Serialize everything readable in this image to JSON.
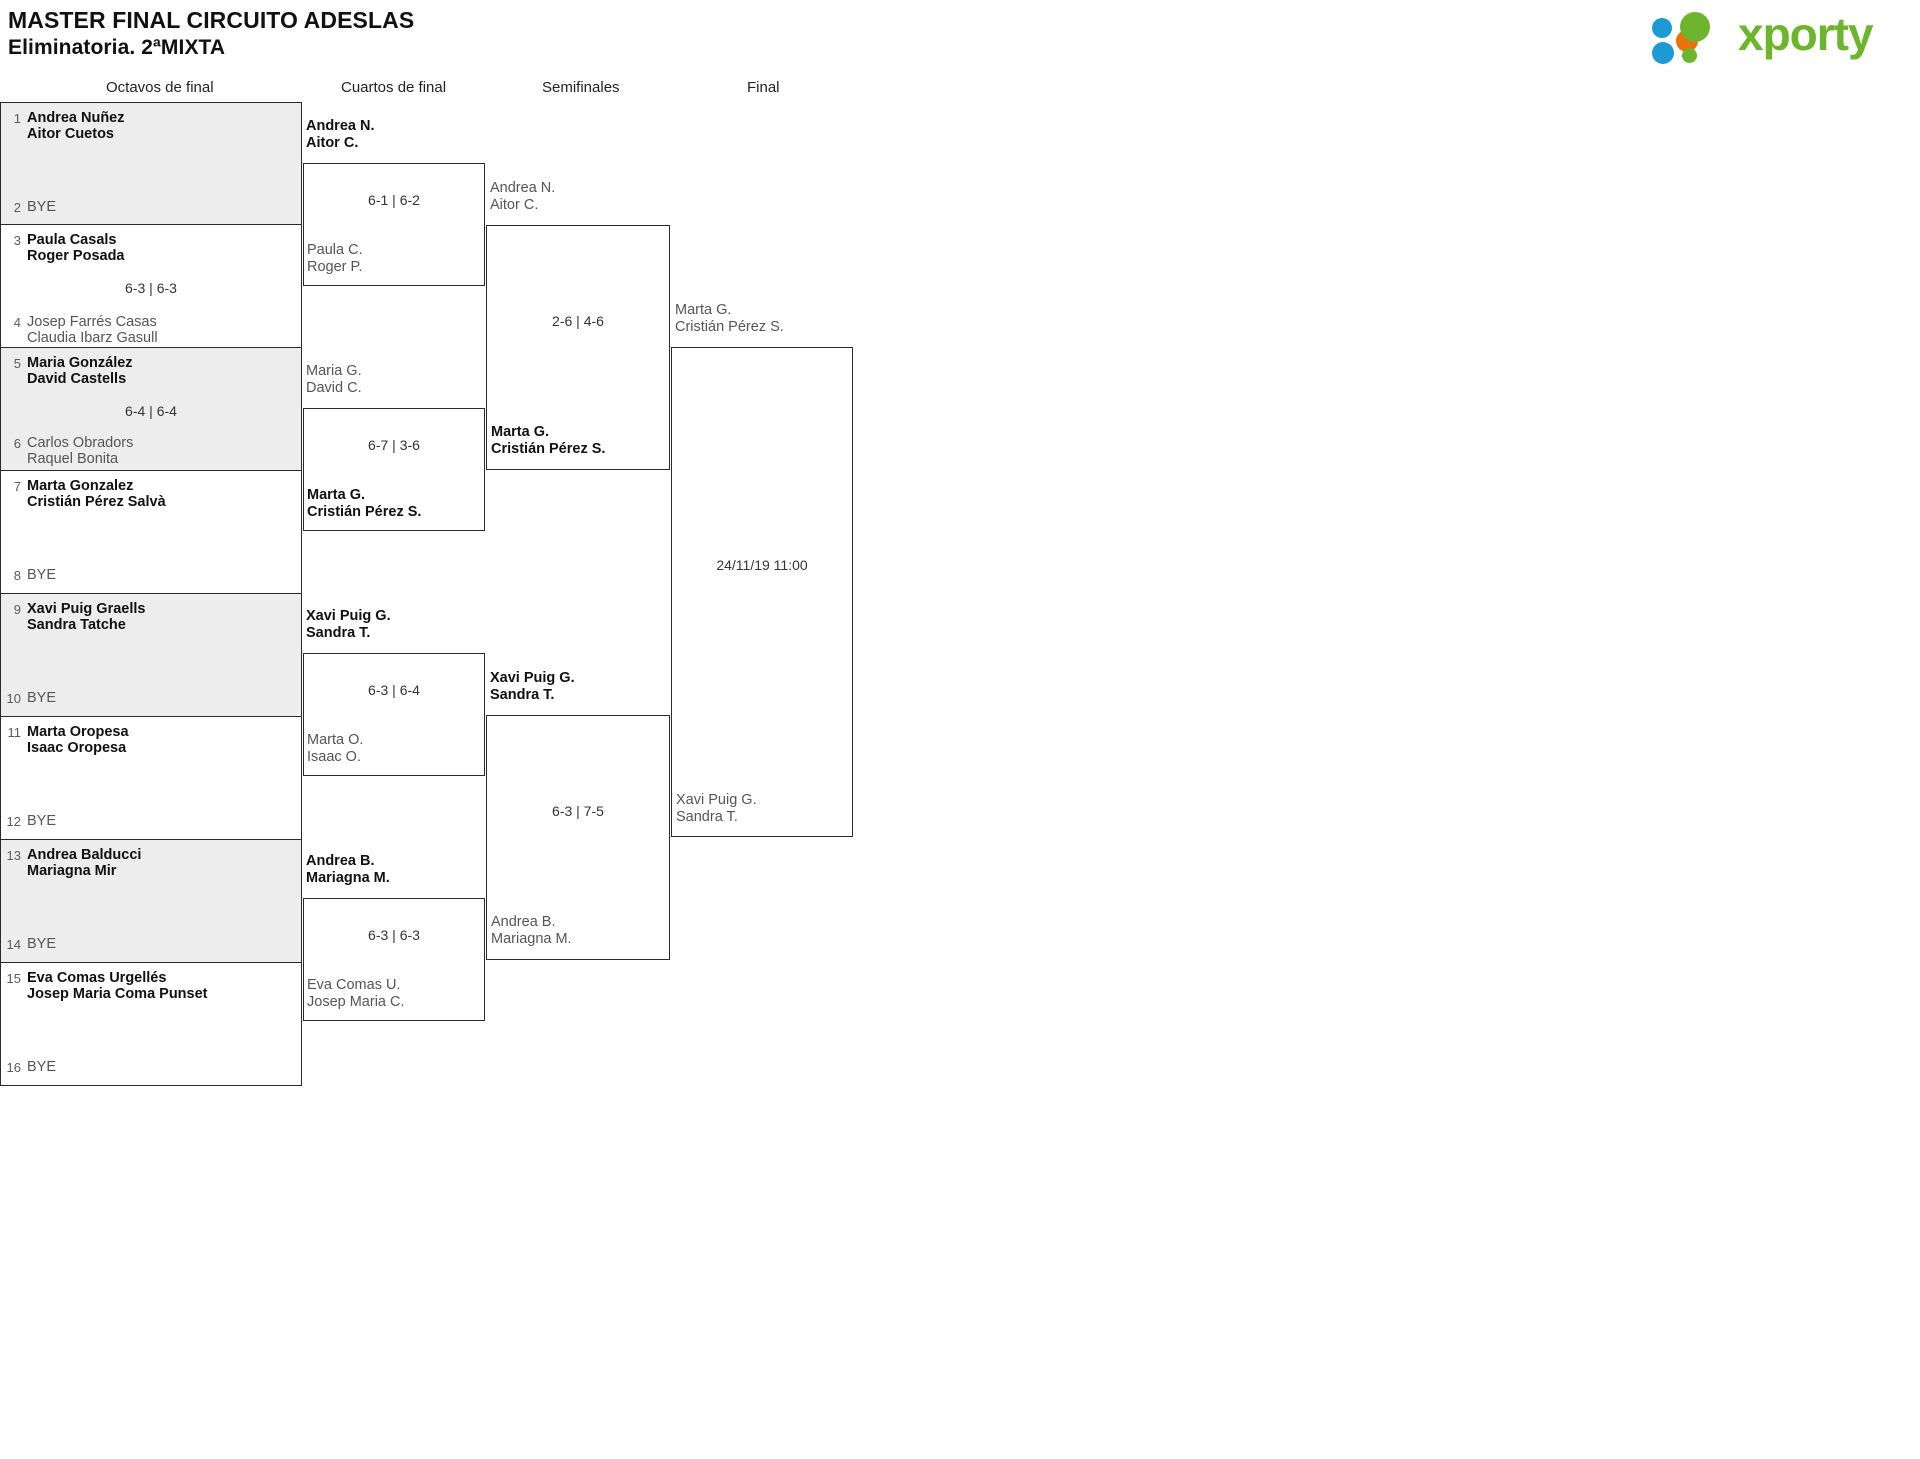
{
  "header": {
    "line1": "MASTER FINAL CIRCUITO ADESLAS",
    "line2": "Eliminatoria. 2ªMIXTA"
  },
  "logo": {
    "word": "xporty",
    "colors": {
      "green": "#6cb52d",
      "blue": "#1b9ad6",
      "orange": "#e8720c"
    }
  },
  "rounds": [
    {
      "label": "Octavos de final"
    },
    {
      "label": "Cuartos de final"
    },
    {
      "label": "Semifinales"
    },
    {
      "label": "Final"
    }
  ],
  "round_of_16": [
    {
      "shaded": true,
      "score": "",
      "top": {
        "seed": "1",
        "players": [
          "Andrea Nuñez",
          "Aitor Cuetos"
        ],
        "winner": true,
        "bye": false
      },
      "bottom": {
        "seed": "2",
        "players": [
          "BYE"
        ],
        "winner": false,
        "bye": true
      }
    },
    {
      "shaded": false,
      "score": "6-3 | 6-3",
      "top": {
        "seed": "3",
        "players": [
          "Paula Casals",
          "Roger Posada"
        ],
        "winner": true,
        "bye": false
      },
      "bottom": {
        "seed": "4",
        "players": [
          "Josep Farrés Casas",
          "Claudia Ibarz Gasull"
        ],
        "winner": false,
        "bye": false
      }
    },
    {
      "shaded": true,
      "score": "6-4 | 6-4",
      "top": {
        "seed": "5",
        "players": [
          "Maria González",
          "David Castells"
        ],
        "winner": true,
        "bye": false
      },
      "bottom": {
        "seed": "6",
        "players": [
          "Carlos Obradors",
          "Raquel Bonita"
        ],
        "winner": false,
        "bye": false
      }
    },
    {
      "shaded": false,
      "score": "",
      "top": {
        "seed": "7",
        "players": [
          "Marta Gonzalez",
          "Cristián Pérez Salvà"
        ],
        "winner": true,
        "bye": false
      },
      "bottom": {
        "seed": "8",
        "players": [
          "BYE"
        ],
        "winner": false,
        "bye": true
      }
    },
    {
      "shaded": true,
      "score": "",
      "top": {
        "seed": "9",
        "players": [
          "Xavi Puig Graells",
          "Sandra Tatche"
        ],
        "winner": true,
        "bye": false
      },
      "bottom": {
        "seed": "10",
        "players": [
          "BYE"
        ],
        "winner": false,
        "bye": true
      }
    },
    {
      "shaded": false,
      "score": "",
      "top": {
        "seed": "11",
        "players": [
          "Marta Oropesa",
          "Isaac Oropesa"
        ],
        "winner": true,
        "bye": false
      },
      "bottom": {
        "seed": "12",
        "players": [
          "BYE"
        ],
        "winner": false,
        "bye": true
      }
    },
    {
      "shaded": true,
      "score": "",
      "top": {
        "seed": "13",
        "players": [
          "Andrea Balducci",
          "Mariagna Mir"
        ],
        "winner": true,
        "bye": false
      },
      "bottom": {
        "seed": "14",
        "players": [
          "BYE"
        ],
        "winner": false,
        "bye": true
      }
    },
    {
      "shaded": false,
      "score": "",
      "top": {
        "seed": "15",
        "players": [
          "Eva Comas Urgellés",
          "Josep Maria Coma Punset"
        ],
        "winner": true,
        "bye": false
      },
      "bottom": {
        "seed": "16",
        "players": [
          "BYE"
        ],
        "winner": false,
        "bye": true
      }
    }
  ],
  "quarterfinals": [
    {
      "score": "6-1 | 6-2",
      "top": {
        "players": [
          "Andrea N.",
          "Aitor C."
        ],
        "winner": true
      },
      "bottom": {
        "players": [
          "Paula C.",
          "Roger P."
        ],
        "winner": false
      }
    },
    {
      "score": "6-7 | 3-6",
      "top": {
        "players": [
          "Maria G.",
          "David C."
        ],
        "winner": false
      },
      "bottom": {
        "players": [
          "Marta G.",
          "Cristián Pérez S."
        ],
        "winner": true
      }
    },
    {
      "score": "6-3 | 6-4",
      "top": {
        "players": [
          "Xavi Puig G.",
          "Sandra T."
        ],
        "winner": true
      },
      "bottom": {
        "players": [
          "Marta O.",
          "Isaac O."
        ],
        "winner": false
      }
    },
    {
      "score": "6-3 | 6-3",
      "top": {
        "players": [
          "Andrea B.",
          "Mariagna M."
        ],
        "winner": true
      },
      "bottom": {
        "players": [
          "Eva Comas U.",
          "Josep Maria C."
        ],
        "winner": false
      }
    }
  ],
  "semifinals": [
    {
      "score": "2-6 | 4-6",
      "top": {
        "players": [
          "Andrea N.",
          "Aitor C."
        ],
        "winner": false
      },
      "bottom": {
        "players": [
          "Marta G.",
          "Cristián Pérez S."
        ],
        "winner": true
      }
    },
    {
      "score": "6-3 | 7-5",
      "top": {
        "players": [
          "Xavi Puig G.",
          "Sandra T."
        ],
        "winner": true
      },
      "bottom": {
        "players": [
          "Andrea B.",
          "Mariagna M."
        ],
        "winner": false
      }
    }
  ],
  "final": {
    "datetime": "24/11/19 11:00",
    "top": {
      "players": [
        "Marta G.",
        "Cristián Pérez S."
      ],
      "winner": false
    },
    "bottom": {
      "players": [
        "Xavi Puig G.",
        "Sandra T."
      ],
      "winner": false
    }
  }
}
